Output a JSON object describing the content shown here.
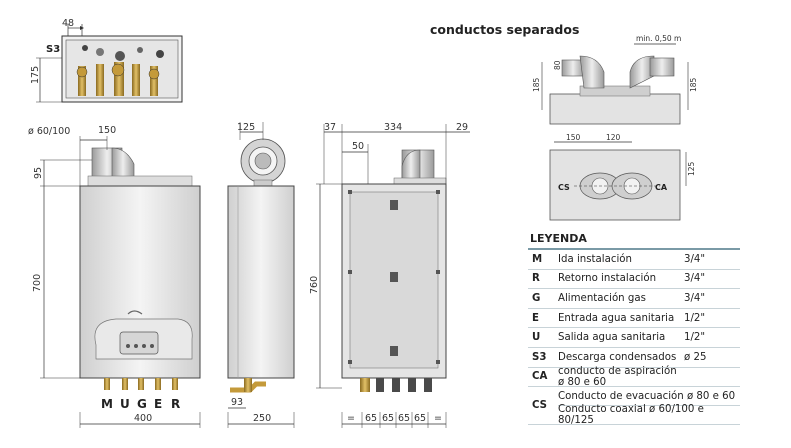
{
  "section_title": "conductos separados",
  "dimensions": {
    "top_view": {
      "d48": "48",
      "s3": "S3",
      "d175": "175",
      "connections": [
        "M",
        "U",
        "G",
        "E",
        "R"
      ]
    },
    "front": {
      "diam": "ø 60/100",
      "d150": "150",
      "d95": "95",
      "d700": "700",
      "d400": "400"
    },
    "side": {
      "d125": "125",
      "d93": "93",
      "d250": "250"
    },
    "back": {
      "d37": "37",
      "d334": "334",
      "d29": "29",
      "d50": "50",
      "d760": "760",
      "d65": "65",
      "eq": "="
    },
    "sep_side": {
      "min": "min. 0,50 m",
      "d80": "80",
      "d185a": "185",
      "d185b": "185"
    },
    "sep_top": {
      "d150": "150",
      "d120": "120",
      "d125": "125",
      "cs": "CS",
      "ca": "CA"
    }
  },
  "legend": {
    "header": "LEYENDA",
    "rows": [
      {
        "key": "M",
        "desc": "Ida instalación",
        "value": "3/4\""
      },
      {
        "key": "R",
        "desc": "Retorno instalación",
        "value": "3/4\""
      },
      {
        "key": "G",
        "desc": "Alimentación gas",
        "value": "3/4\""
      },
      {
        "key": "E",
        "desc": "Entrada agua sanitaria",
        "value": "1/2\""
      },
      {
        "key": "U",
        "desc": "Salida agua sanitaria",
        "value": "1/2\""
      },
      {
        "key": "S3",
        "desc": "Descarga condensados",
        "value": "ø 25"
      },
      {
        "key": "CA",
        "desc": "conducto de aspiración ø 80 e 60",
        "value": ""
      }
    ],
    "cs": {
      "key": "CS",
      "lines": [
        "Conducto de evacuación ø 80 e 60",
        "Conducto coaxial ø 60/100 e 80/125"
      ]
    }
  }
}
